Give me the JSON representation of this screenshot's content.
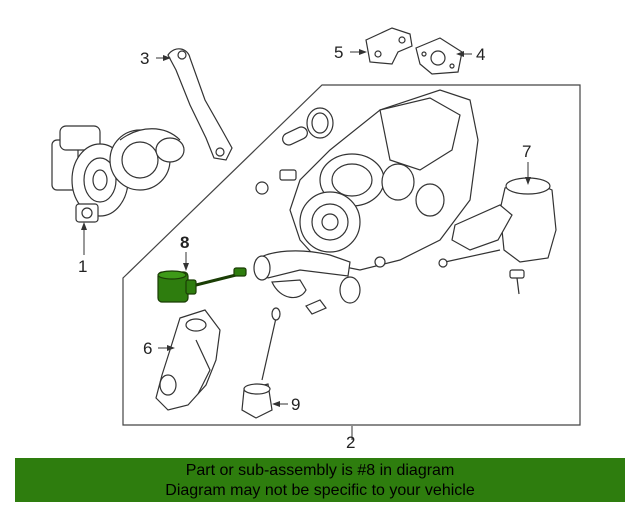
{
  "callouts": {
    "c1": "1",
    "c2": "2",
    "c3": "3",
    "c4": "4",
    "c5": "5",
    "c6": "6",
    "c7": "7",
    "c8": "8",
    "c9": "9"
  },
  "highlight_color": "#2e7d0e",
  "banner": {
    "line1": "Part or sub-assembly is #8 in diagram",
    "line2": "Diagram may not be specific to your vehicle"
  }
}
